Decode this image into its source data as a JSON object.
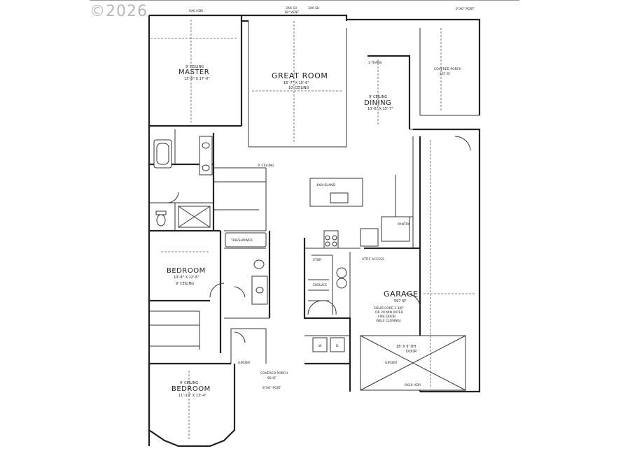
{
  "watermark": "©2026",
  "rooms": {
    "master": {
      "label": "MASTER",
      "dims": "13'-0\" X 17'-0\"",
      "ceiling": "9' CEILING"
    },
    "great_room": {
      "label": "GREAT ROOM",
      "dims": "16'-7\" X 15'-6\"",
      "ceiling": "10' CEILING"
    },
    "dining": {
      "label": "DINING",
      "dims": "10'-6\" X 15'-7\"",
      "ceiling": "9' CEILING"
    },
    "covered_porch_rear": {
      "label": "COVERED PORCH",
      "area": "237 SF"
    },
    "bedroom1": {
      "label": "BEDROOM",
      "dims": "10'-8\" X 12'-6\"",
      "ceiling": "9' CEILING"
    },
    "bedroom2": {
      "label": "BEDROOM",
      "dims": "11'-10\" X 13'-4\"",
      "ceiling": "9' CEILING"
    },
    "garage": {
      "label": "GARAGE",
      "area": "597 SF"
    },
    "covered_porch_front": {
      "label": "COVERED PORCH",
      "area": "68 SF"
    }
  },
  "notes": {
    "island": "4X8 ISLAND",
    "tub_shower": "TUB/SHOWER",
    "pantry": "PANTRY",
    "fire_door": [
      "SOLID CORE 1 3/8\"",
      "OR 20 MIN RATED",
      "FIRE DOOR",
      "(SELF CLOSING)"
    ],
    "garage_door": [
      "16' X 8' OH",
      "DOOR"
    ],
    "ceiling_9": "9' CEILING",
    "shelves": "SHELVES",
    "storage": "STOR",
    "girder_left": "GIRDER",
    "girder_garage": "GIRDER",
    "trans": "1 TRANS",
    "header_top": "6X6 HDR",
    "vent_a": "3X6 SH",
    "vent_b": "3X6 SH",
    "vent_label": "18\" VENT",
    "post": "6\"X6\" POST",
    "porch_post": "8\"X6\" POST",
    "attic_access": "ATTIC ACCESS",
    "washer": "W",
    "dryer": "D",
    "oh_hdr": "6X10 HDR"
  }
}
